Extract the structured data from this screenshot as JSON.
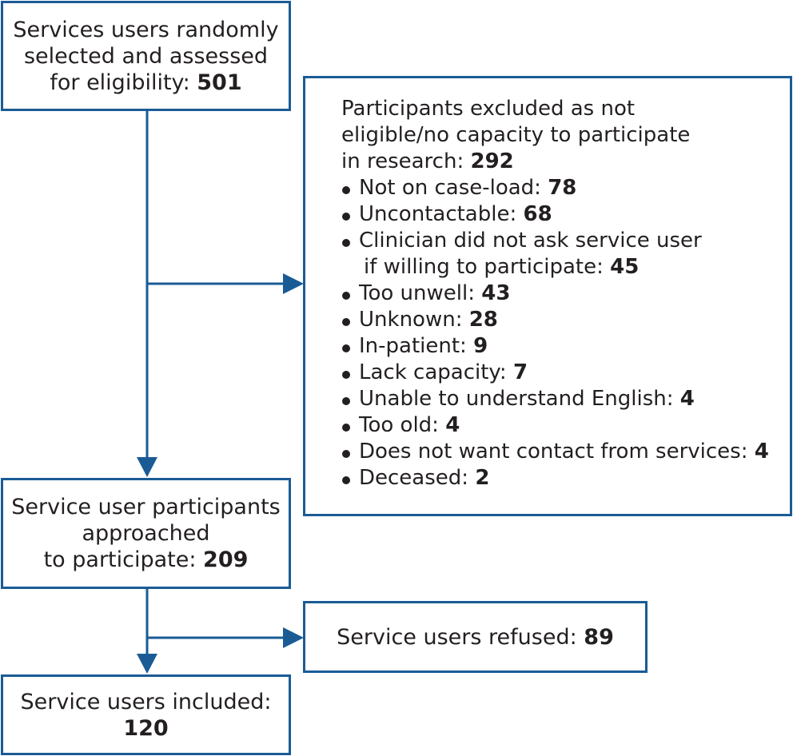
{
  "box_assessed": {
    "line1": "Services users randomly",
    "line2": "selected and assessed",
    "line3_prefix": "for eligibility: ",
    "count": "501"
  },
  "box_excluded": {
    "line1": "Participants excluded as not",
    "line2": "eligible/no capacity to participate",
    "line3_prefix": "in research: ",
    "count": "292",
    "reasons": [
      {
        "label": "Not on case-load: ",
        "count": "78"
      },
      {
        "label": "Uncontactable: ",
        "count": "68"
      },
      {
        "label": "Clinician did not ask service user",
        "label2": "if willing to participate: ",
        "count": "45"
      },
      {
        "label": "Too unwell: ",
        "count": "43"
      },
      {
        "label": "Unknown: ",
        "count": "28"
      },
      {
        "label": "In-patient: ",
        "count": "9"
      },
      {
        "label": "Lack capacity: ",
        "count": "7"
      },
      {
        "label": "Unable to understand English: ",
        "count": "4"
      },
      {
        "label": "Too old: ",
        "count": "4"
      },
      {
        "label": "Does not want contact from services: ",
        "count": "4"
      },
      {
        "label": "Deceased: ",
        "count": "2"
      }
    ]
  },
  "box_approached": {
    "line1": "Service user participants",
    "line2": "approached",
    "line3_prefix": "to participate: ",
    "count": "209"
  },
  "box_refused": {
    "prefix": "Service users refused: ",
    "count": "89"
  },
  "box_included": {
    "line1": "Service users included:",
    "count": "120"
  },
  "colors": {
    "border": "#1a5b96",
    "text": "#231f20"
  }
}
